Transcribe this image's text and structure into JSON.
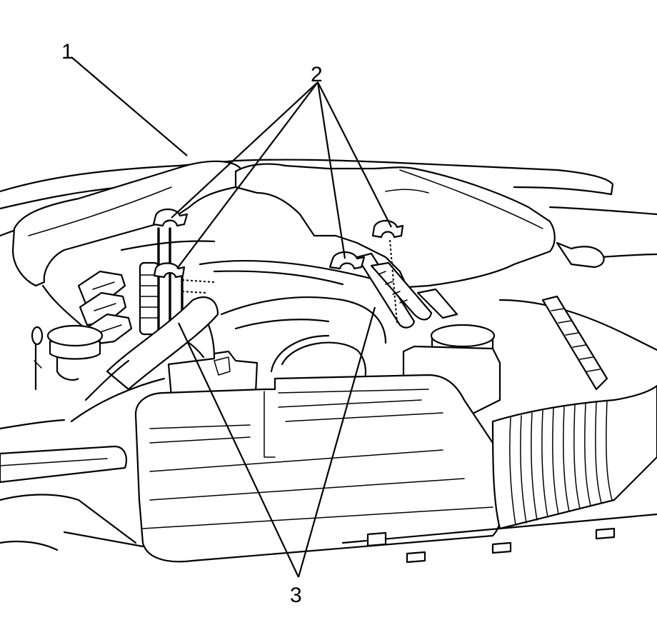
{
  "callouts": {
    "c1": "1",
    "c2": "2",
    "c3": "3"
  }
}
